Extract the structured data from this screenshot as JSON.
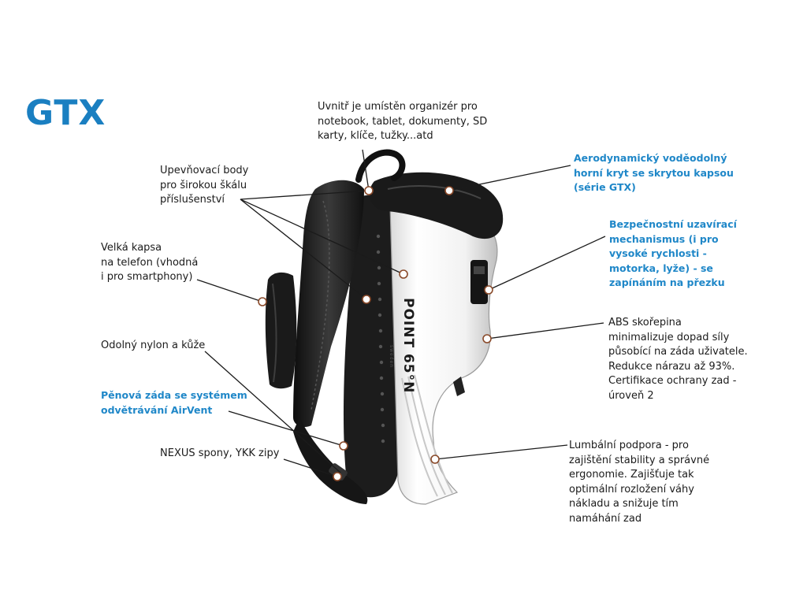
{
  "title": "GTX",
  "labels": {
    "organizer": [
      "Uvnitř je umístěn organizér pro",
      "notebook, tablet, dokumenty, SD",
      "karty, klíče, tužky...atd"
    ],
    "aero_cover": [
      "Aerodynamický voděodolný",
      "horní kryt se skrytou kapsou",
      "(série GTX)"
    ],
    "mounting_points": [
      "Upevňovací body",
      "pro širokou škálu",
      "příslušenství"
    ],
    "safety_closure": [
      "Bezpečnostní uzavírací",
      "mechanismus (i pro",
      "vysoké rychlosti -",
      "motorka, lyže) - se",
      "zapínáním na přezku"
    ],
    "phone_pocket": [
      "Velká kapsa",
      "na telefon (vhodná",
      "i pro smartphony)"
    ],
    "abs_shell": [
      "ABS skořepina",
      "minimalizuje dopad síly",
      "působící na záda uživatele.",
      "Redukce nárazu až 93%.",
      "Certifikace ochrany zad -",
      "úroveň 2"
    ],
    "nylon": [
      "Odolný nylon a kůže"
    ],
    "foam_back": [
      "Pěnová záda se systémem",
      "odvětrávání AirVent"
    ],
    "buckles": [
      "NEXUS spony, YKK zipy"
    ],
    "lumbar": [
      "Lumbální podpora - pro",
      "zajištění stability a správné",
      "ergonomie. Zajišťuje tak",
      "optimální rozložení váhy",
      "nákladu a snižuje tím",
      "namáhání zad"
    ]
  },
  "product_logo": "POINT 65°N",
  "product_logo_sub": "sweden",
  "colors": {
    "accent": "#1f87c8",
    "text": "#1b1b1b",
    "shell": "#f4f4f4",
    "strap": "#1e1e1e",
    "pin": "#8a4a2a"
  }
}
